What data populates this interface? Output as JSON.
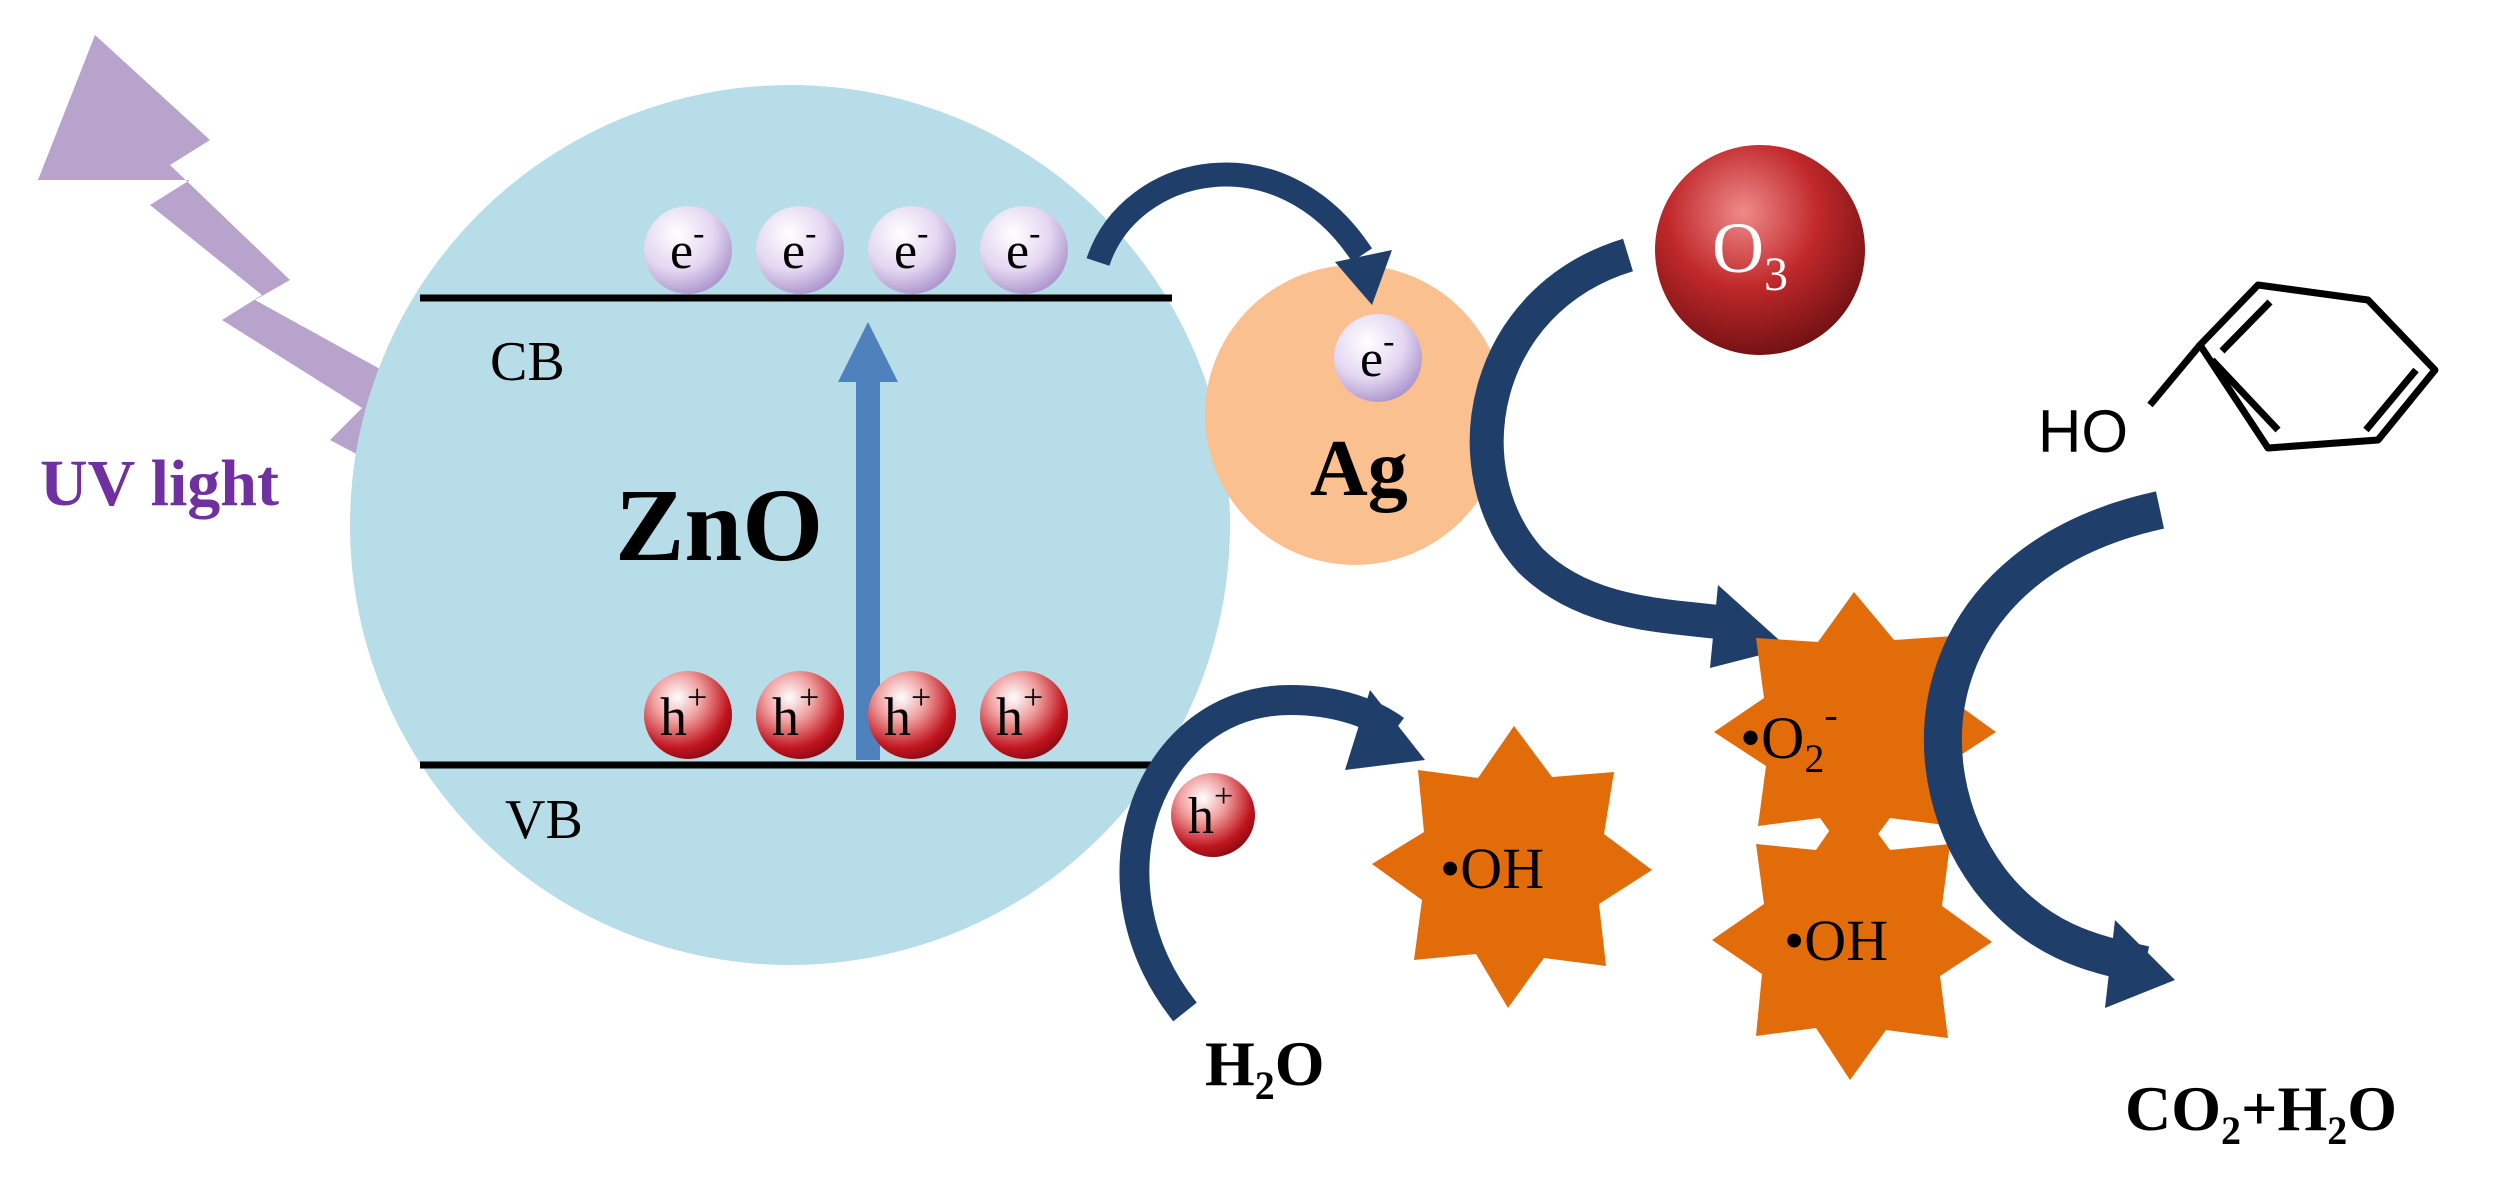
{
  "labels": {
    "uv_light": "UV light",
    "semiconductor": "ZnO",
    "cb": "CB",
    "vb": "VB",
    "metal": "Ag",
    "ozone_base": "O",
    "ozone_sub": "3",
    "electron_base": "e",
    "electron_sup": "-",
    "hole_base": "h",
    "hole_sup": "+",
    "superoxide_dot": "•",
    "superoxide_base": "O",
    "superoxide_sub": "2",
    "superoxide_sup": "-",
    "hydroxyl": "•OH",
    "water_h": "H",
    "water_sub": "2",
    "water_o": "O",
    "phenol_ho": "HO",
    "products_co": "CO",
    "products_sub1": "2",
    "products_plus_h": "+H",
    "products_sub2": "2",
    "products_o": "O"
  },
  "colors": {
    "uv_bolt": "#b7a3cc",
    "uv_text": "#7030a0",
    "zno_sphere": "#b7dde8",
    "ag_sphere": "#fac090",
    "band_arrow": "#4f81bd",
    "curved_arrow": "#1f3f6a",
    "star": "#e36c0a",
    "ozone": "#b01f1f",
    "electron": "#d9c8ec",
    "hole": "#c0141e"
  }
}
